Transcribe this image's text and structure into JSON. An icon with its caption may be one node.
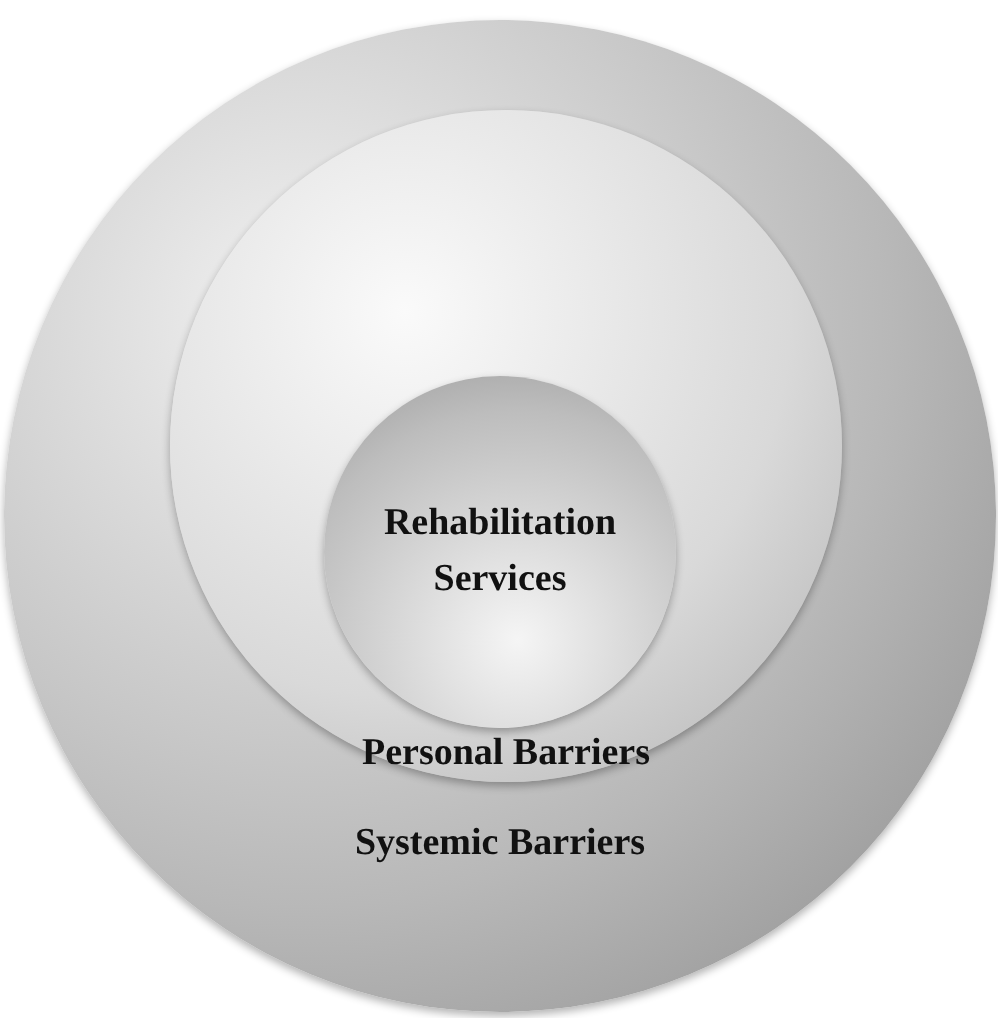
{
  "diagram": {
    "nodes": [
      {
        "text": [
          "Systemic Barriers"
        ]
      },
      {
        "text": [
          "Personal Barriers"
        ],
        "in": 0
      },
      {
        "text": [
          "Rehabilitation Services"
        ],
        "in": 1
      }
    ]
  }
}
